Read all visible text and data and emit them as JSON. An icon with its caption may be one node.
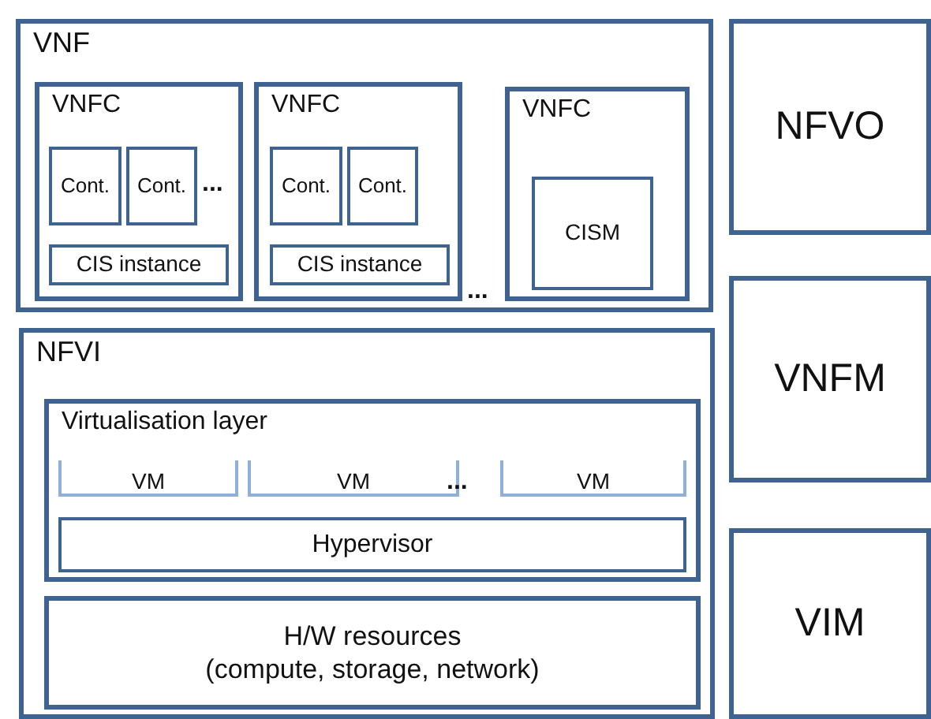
{
  "diagram": {
    "nodes": [
      {
        "text": [
          "VNF"
        ]
      },
      {
        "text": [
          "VNFC"
        ],
        "in": 0
      },
      {
        "text": [
          "Cont."
        ],
        "in": 1
      },
      {
        "text": [
          "Cont."
        ],
        "in": 1
      },
      {
        "text": [
          "CIS instance"
        ],
        "in": 1
      },
      {
        "text": [
          "VNFC"
        ],
        "in": 0
      },
      {
        "text": [
          "Cont."
        ],
        "in": 5
      },
      {
        "text": [
          "Cont."
        ],
        "in": 5
      },
      {
        "text": [
          "CIS instance"
        ],
        "in": 5
      },
      {
        "text": [
          "VNFC"
        ],
        "in": 0
      },
      {
        "text": [
          "CISM"
        ],
        "in": 9
      },
      {
        "text": [
          "NFVO"
        ]
      },
      {
        "text": [
          "NFVI"
        ]
      },
      {
        "text": [
          "Virtualisation layer"
        ],
        "in": 12
      },
      {
        "text": [
          "VM"
        ],
        "in": 13
      },
      {
        "text": [
          "VM"
        ],
        "in": 13
      },
      {
        "text": [
          "VM"
        ],
        "in": 13
      },
      {
        "text": [
          "Hypervisor"
        ],
        "in": 13
      },
      {
        "text": [
          "H/W resources",
          "(compute, storage, network)"
        ],
        "in": 12
      },
      {
        "text": [
          "VNFM"
        ]
      },
      {
        "text": [
          "VIM"
        ]
      }
    ],
    "labels": [
      "...",
      "...",
      "..."
    ]
  }
}
